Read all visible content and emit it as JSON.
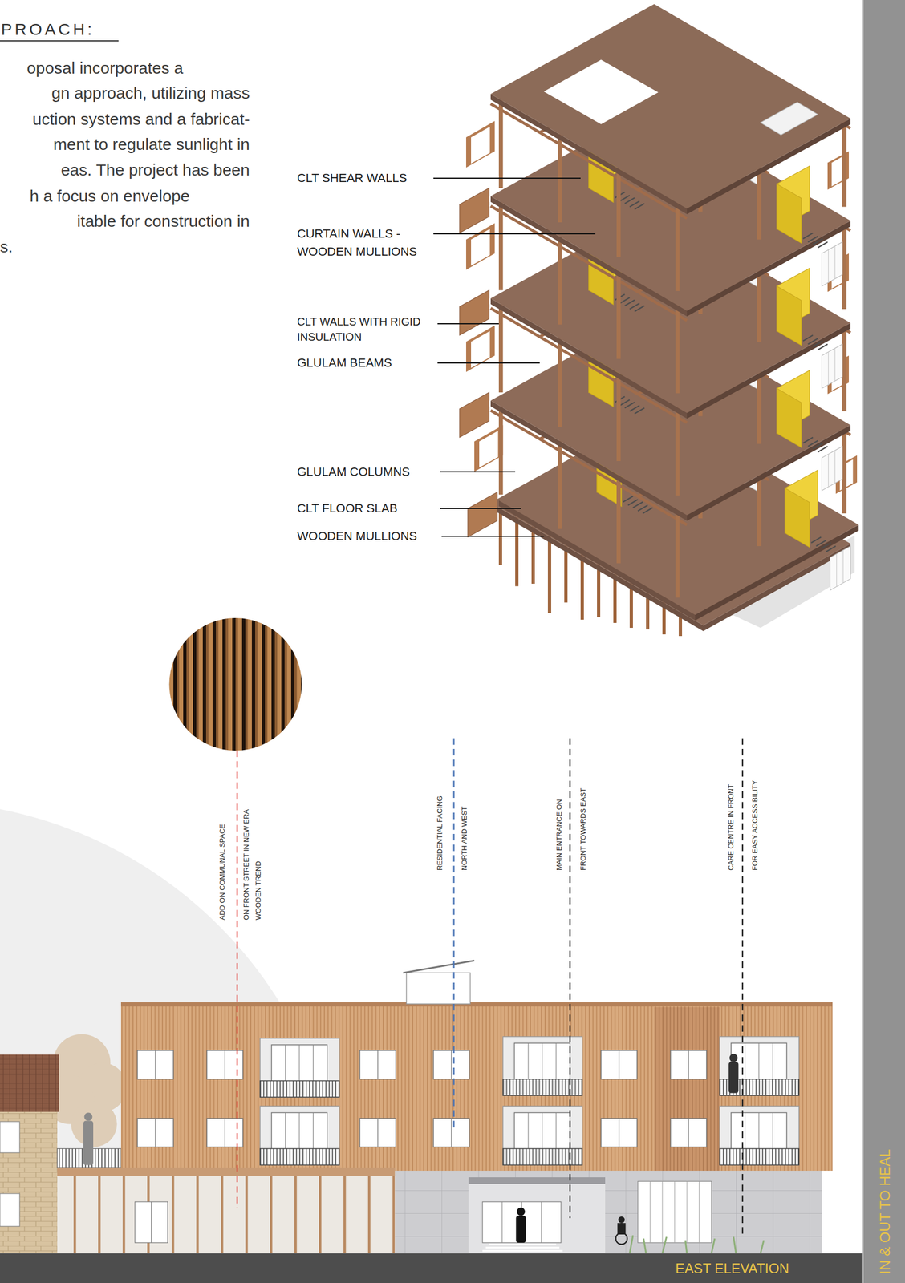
{
  "diagram": {
    "title": "PROACH:",
    "labels": [
      "oposal incorporates a",
      "gn approach, utilizing mass",
      "uction systems and a fabricat-",
      "ment to regulate sunlight in",
      "eas. The project has been",
      "h a focus on envelope",
      "itable for construction in",
      "s.",
      "CLT SHEAR WALLS",
      "CURTAIN WALLS - WOODEN MULLIONS",
      "CLT WALLS WITH RIGID INSULATION",
      "GLULAM BEAMS",
      "GLULAM COLUMNS",
      "CLT FLOOR SLAB",
      "WOODEN MULLIONS",
      "ADD ON COMMUNAL SPACE",
      "ON FRONT STREET IN NEW ERA",
      "WOODEN TREND",
      "RESIDENTIAL FACING",
      "NORTH AND WEST",
      "MAIN ENTRANCE ON",
      "FRONT TOWARDS EAST",
      "CARE CENTRE IN FRONT",
      "FOR EASY ACCESSIBILITY",
      "EAST ELEVATION",
      "IN & OUT TO HEAL"
    ]
  }
}
